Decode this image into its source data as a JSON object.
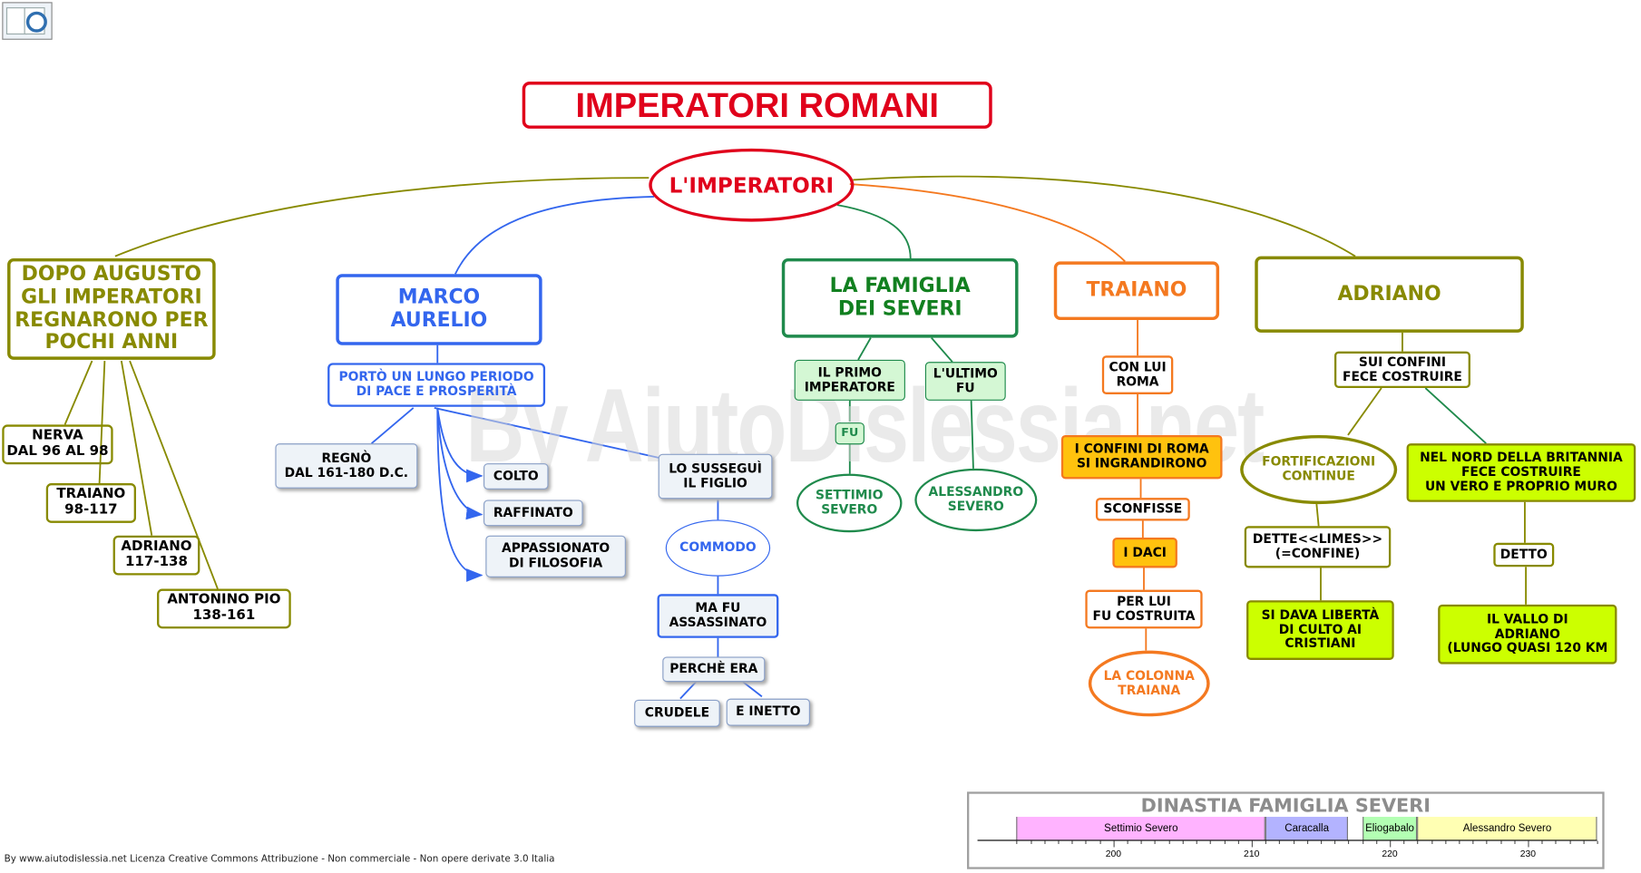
{
  "title": "IMPERATORI ROMANI",
  "center": "L'IMPERATORI",
  "watermark": "By AiutoDislessia.net",
  "footer": "By www.aiutodislessia.net Licenza Creative Commons Attribuzione - Non commerciale - Non opere derivate 3.0 Italia",
  "branches": {
    "dopo_augusto": {
      "label": "DOPO AUGUSTO\nGLI IMPERATORI\nREGNARONO PER\nPOCHI ANNI",
      "items": [
        "NERVA\nDAL 96 AL 98",
        "TRAIANO\n98-117",
        "ADRIANO\n117-138",
        "ANTONINO PIO\n138-161"
      ]
    },
    "marco_aurelio": {
      "label": "MARCO\nAURELIO",
      "periodo": "PORTÒ UN LUNGO PERIODO\nDI PACE E  PROSPERITÀ",
      "regno": "REGNÒ\nDAL 161-180 D.C.",
      "colto": "COLTO",
      "raffinato": "RAFFINATO",
      "filosofia": "APPASSIONATO\nDI FILOSOFIA",
      "susseguì": "LO SUSSEGUÌ\nIL FIGLIO",
      "commodo": "COMMODO",
      "assassinato": "MA FU\nASSASSINATO",
      "perche": "PERCHÈ ERA",
      "crudele": "CRUDELE",
      "inetto": "E INETTO"
    },
    "severi": {
      "label": "LA FAMIGLIA\nDEI SEVERI",
      "primo": "IL PRIMO\nIMPERATORE",
      "fu": "FU",
      "settimio": "SETTIMIO\nSEVERO",
      "ultimo": "L'ULTIMO\nFU",
      "alessandro": "ALESSANDRO\nSEVERO"
    },
    "traiano": {
      "label": "TRAIANO",
      "con_lui": "CON LUI\nROMA",
      "confini": "I CONFINI DI ROMA\nSI INGRANDIRONO",
      "sconfisse": "SCONFISSE",
      "daci": "I DACI",
      "costruita": "PER LUI\nFU COSTRUITA",
      "colonna": "LA COLONNA\nTRAIANA"
    },
    "adriano": {
      "label": "ADRIANO",
      "sui_confini": "SUI CONFINI\nFECE COSTRUIRE",
      "fortificazioni": "FORTIFICAZIONI\nCONTINUE",
      "limes": "DETTE<<LIMES>>\n(=CONFINE)",
      "culto": "SI DAVA LIBERTÀ\nDI CULTO AI\nCRISTIANI",
      "britannia": "NEL NORD DELLA BRITANNIA\nFECE COSTRUIRE\nUN  VERO  E  PROPRIO  MURO",
      "detto": "DETTO",
      "vallo": "IL VALLO  DI\nADRIANO\n(LUNGO QUASI 120 KM"
    }
  },
  "timeline": {
    "title": "DINASTIA FAMIGLIA SEVERI",
    "range": [
      193,
      235
    ],
    "ticks": [
      "200",
      "210",
      "220",
      "230"
    ],
    "segments": [
      {
        "name": "Settimio Severo",
        "start": 193,
        "end": 211,
        "color": "#ffb3ff"
      },
      {
        "name": "Caracalla",
        "start": 211,
        "end": 217,
        "color": "#b3b3ff"
      },
      {
        "name": "Eliogabalo",
        "start": 218,
        "end": 222,
        "color": "#b3ffb3"
      },
      {
        "name": "Alessandro Severo",
        "start": 222,
        "end": 235,
        "color": "#ffffb3"
      }
    ]
  },
  "colors": {
    "red": "#e0001b",
    "olive": "#888a00",
    "blue": "#3366ee",
    "green": "#1f8a4c",
    "orange": "#f47920",
    "lime": "#ccff00",
    "gold": "#ffc20e"
  }
}
